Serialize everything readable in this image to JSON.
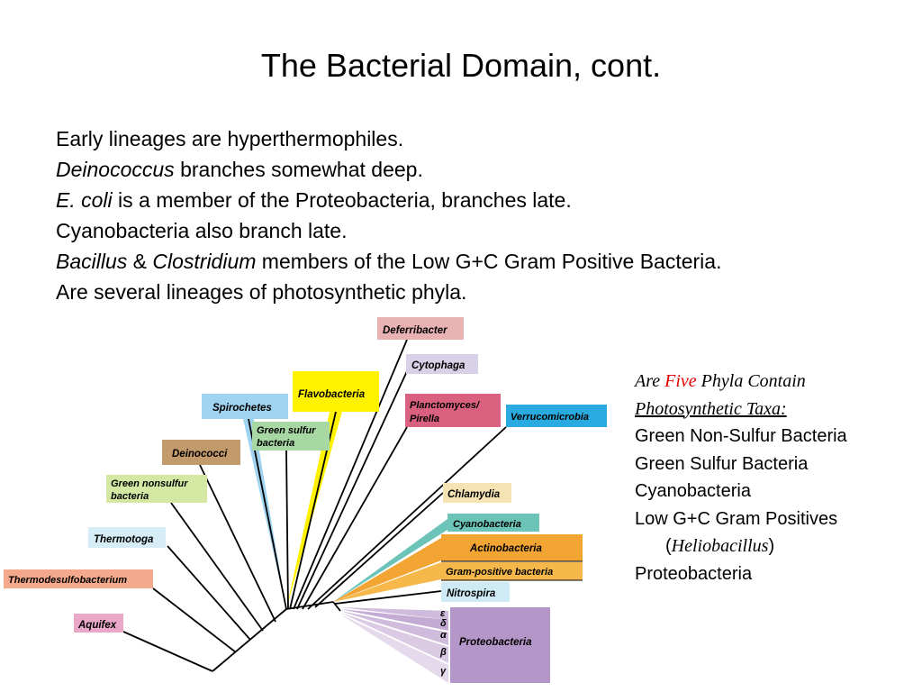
{
  "slide": {
    "title": "The Bacterial Domain, cont.",
    "bullets": [
      {
        "italic": "",
        "rest": "Early lineages are hyperthermophiles."
      },
      {
        "italic": "Deinococcus",
        "rest": " branches somewhat deep."
      },
      {
        "italic": "E. coli",
        "rest": " is a member of the Proteobacteria, branches late."
      },
      {
        "italic": "",
        "rest": "Cyanobacteria also branch late."
      },
      {
        "italic": "Bacillus",
        "mid": " & ",
        "italic2": "Clostridium",
        "rest": " members of the Low G+C Gram Positive Bacteria."
      },
      {
        "italic": "",
        "rest": "Are several lineages of photosynthetic phyla."
      }
    ]
  },
  "sidebar": {
    "heading_are": "Are ",
    "heading_five": "Five",
    "heading_rest": " Phyla Contain",
    "heading_line2": "Photosynthetic Taxa:",
    "items": [
      "Green Non-Sulfur Bacteria",
      "Green Sulfur Bacteria",
      "Cyanobacteria",
      "Low G+C Gram Positives"
    ],
    "sub_item": "Heliobacillus",
    "sub_open": "(",
    "sub_close": ")",
    "last_item": "Proteobacteria",
    "five_color": "#e00000"
  },
  "tree": {
    "labels": {
      "deferribacter": "Deferribacter",
      "cytophaga": "Cytophaga",
      "flavobacteria": "Flavobacteria",
      "spirochetes": "Spirochetes",
      "green_sulfur_1": "Green sulfur",
      "green_sulfur_2": "bacteria",
      "planctomyces_1": "Planctomyces/",
      "planctomyces_2": "Pirella",
      "verrucomicrobia": "Verrucomicrobia",
      "deinococci": "Deinococci",
      "green_nonsulfur_1": "Green nonsulfur",
      "green_nonsulfur_2": "bacteria",
      "chlamydia": "Chlamydia",
      "thermotoga": "Thermotoga",
      "cyanobacteria": "Cyanobacteria",
      "actinobacteria": "Actinobacteria",
      "gram_positive": "Gram-positive bacteria",
      "thermodesulfobacterium": "Thermodesulfobacterium",
      "nitrospira": "Nitrospira",
      "aquifex": "Aquifex",
      "proteobacteria": "Proteobacteria",
      "epsilon": "ε",
      "delta": "δ",
      "alpha": "α",
      "beta": "β",
      "gamma": "γ"
    },
    "colors": {
      "deferribacter": "#e8b2b2",
      "cytophaga": "#d8d0e6",
      "flavobacteria": "#fff200",
      "spirochetes": "#9fd3ef",
      "green_sulfur": "#a7d7a2",
      "planctomyces": "#d9607e",
      "verrucomicrobia": "#29abe2",
      "deinococci": "#c39a6b",
      "green_nonsulfur": "#d4e8a4",
      "chlamydia": "#f6e3b4",
      "thermotoga": "#d6ecf7",
      "cyanobacteria": "#6cc3b8",
      "actinobacteria": "#f3a533",
      "gram_positive": "#f6b84a",
      "thermodesulfobacterium": "#f4a98c",
      "nitrospira": "#cdeaf5",
      "aquifex": "#e9a8c8",
      "proteobacteria": "#b596c8"
    }
  }
}
